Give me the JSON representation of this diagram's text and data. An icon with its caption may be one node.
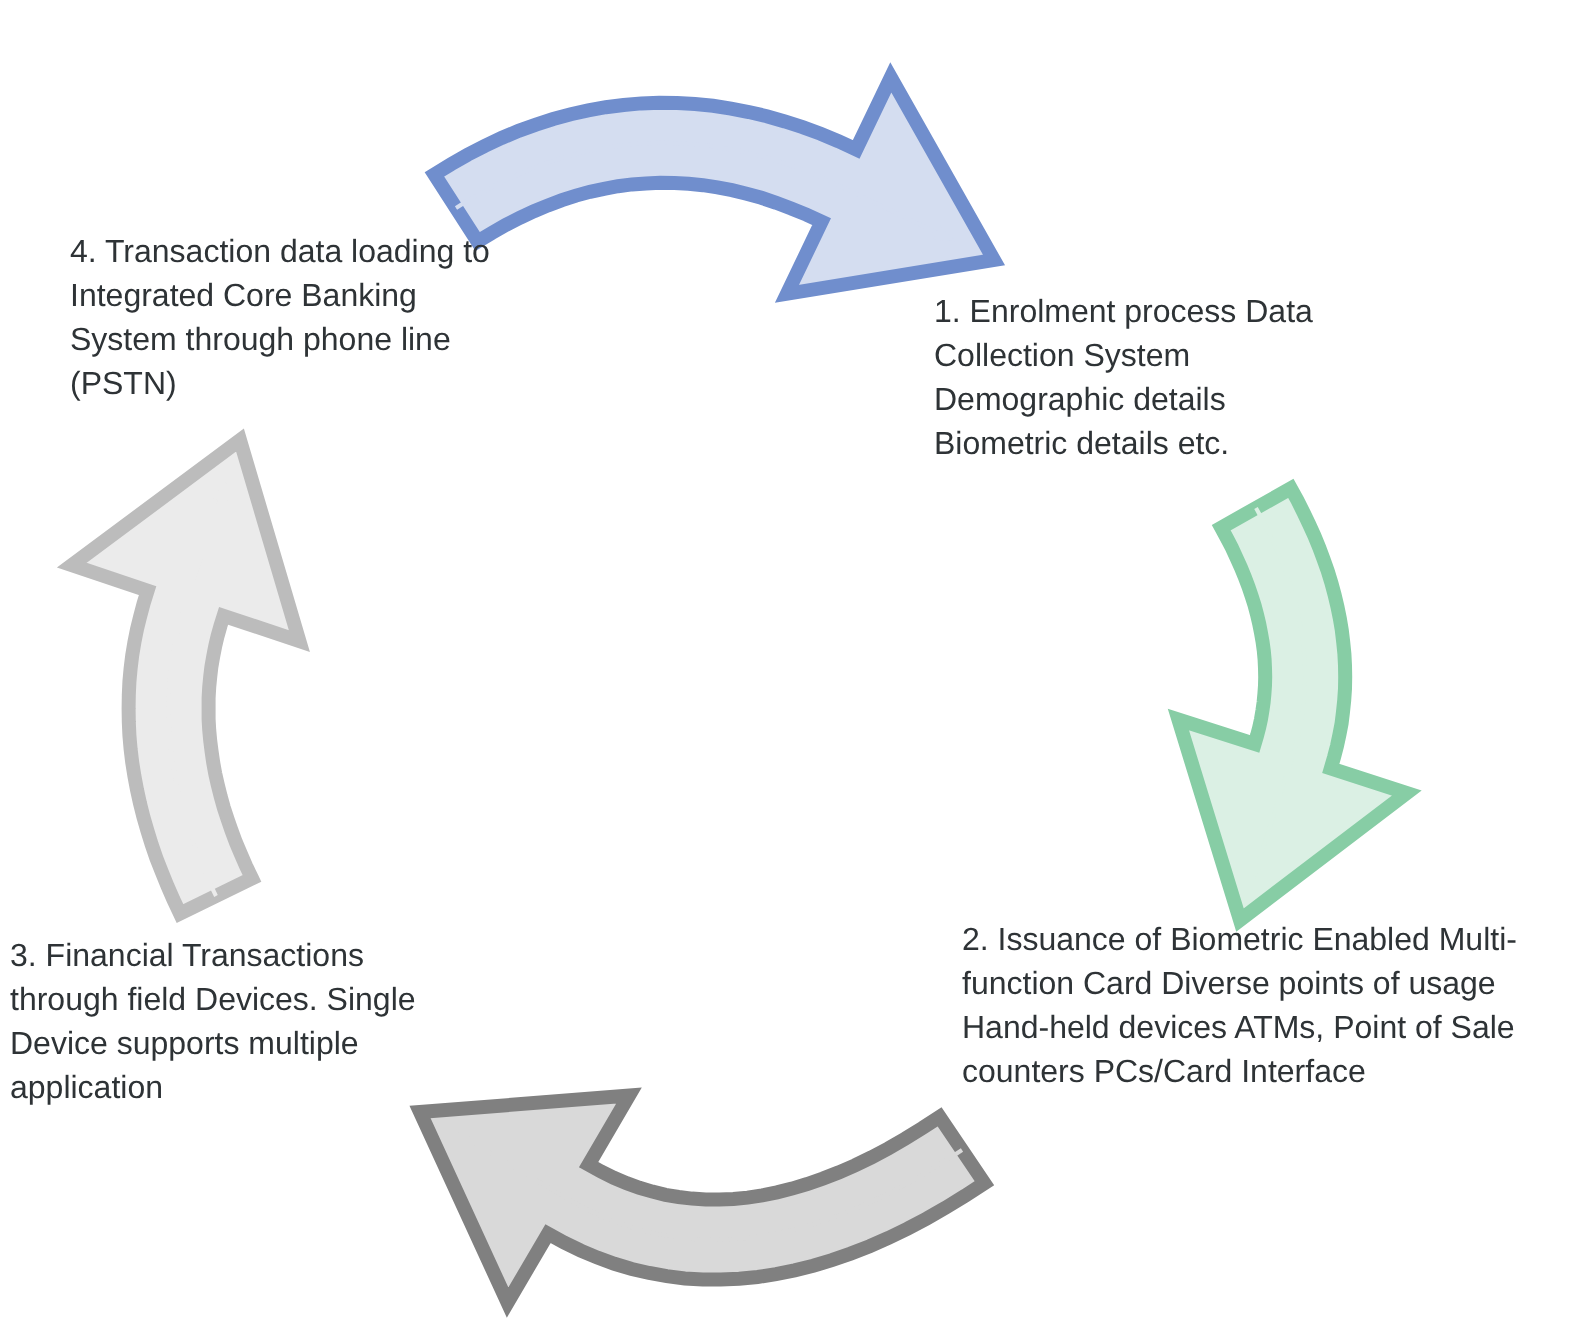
{
  "diagram": {
    "nodes": [
      {
        "text": [
          "4. Transaction data loading to Integrated Core Banking System through phone line (PSTN)"
        ]
      },
      {
        "text": [
          "1. Enrolment process Data Collection System Demographic details Biometric details etc."
        ]
      },
      {
        "text": [
          "2. Issuance of Biometric Enabled Multi-function Card Diverse points of usage Hand-held devices ATMs, Point of Sale counters PCs/Card Interface"
        ]
      },
      {
        "text": [
          "3. Financial Transactions through field Devices. Single Device supports multiple application"
        ]
      }
    ],
    "edges": [
      {
        "from": 0,
        "to": 1,
        "arrow": "to",
        "color": "#d4ddf0"
      },
      {
        "from": 1,
        "to": 2,
        "arrow": "to",
        "color": "#dbf0e4"
      },
      {
        "from": 2,
        "to": 3,
        "arrow": "to",
        "color": "#d9d9d9"
      },
      {
        "from": 3,
        "to": 0,
        "arrow": "to",
        "color": "#ebebeb"
      }
    ]
  }
}
